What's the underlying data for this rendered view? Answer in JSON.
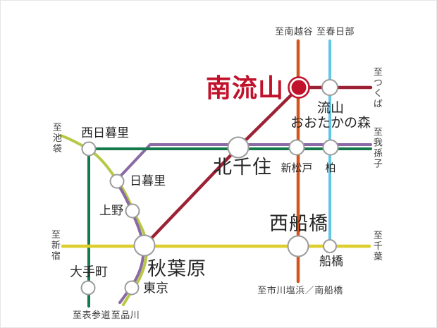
{
  "colors": {
    "highlight": "#c0122b",
    "station_fill": "#ffffff",
    "station_outline": "#9b9b9b",
    "background": "#ffffff"
  },
  "lines": {
    "tsukuba_express": {
      "color": "#9c2134"
    },
    "chiyoda": {
      "color": "#15794b"
    },
    "joban": {
      "color": "#8a69a4"
    },
    "yamanote": {
      "color": "#b7c844"
    },
    "sobu": {
      "color": "#ddce2e"
    },
    "musashino": {
      "color": "#d4541d"
    },
    "tobu_noda": {
      "color": "#62c6e4"
    }
  },
  "stations": {
    "minami_nagareyama": {
      "label": "南流山"
    },
    "nagareyama_otakanomori": {
      "label_line1": "流山",
      "label_line2": "おおたかの森"
    },
    "kita_senju": {
      "label": "北千住"
    },
    "shin_matsudo": {
      "label": "新松戸"
    },
    "kashiwa": {
      "label": "柏"
    },
    "nishi_nippori": {
      "label": "西日暮里"
    },
    "nippori": {
      "label": "日暮里"
    },
    "ueno": {
      "label": "上野"
    },
    "akihabara": {
      "label": "秋葉原"
    },
    "tokyo": {
      "label": "東京"
    },
    "otemachi": {
      "label": "大手町"
    },
    "nishi_funabashi": {
      "label": "西船橋"
    },
    "funabashi": {
      "label": "船橋"
    }
  },
  "terminals": {
    "minami_koshigaya": {
      "label": "至南越谷"
    },
    "kasukabe": {
      "label": "至春日部"
    },
    "tsukuba": {
      "label": "至つくば"
    },
    "abiko": {
      "label": "至我孫子"
    },
    "ikebukuro": {
      "label": "至池袋"
    },
    "shinjuku": {
      "label": "至新宿"
    },
    "chiba": {
      "label": "至千葉"
    },
    "omotesando": {
      "label": "至表参道"
    },
    "shinagawa": {
      "label": "至品川"
    },
    "ichikawa_shiohama": {
      "label": "至市川塩浜／南船橋"
    }
  }
}
